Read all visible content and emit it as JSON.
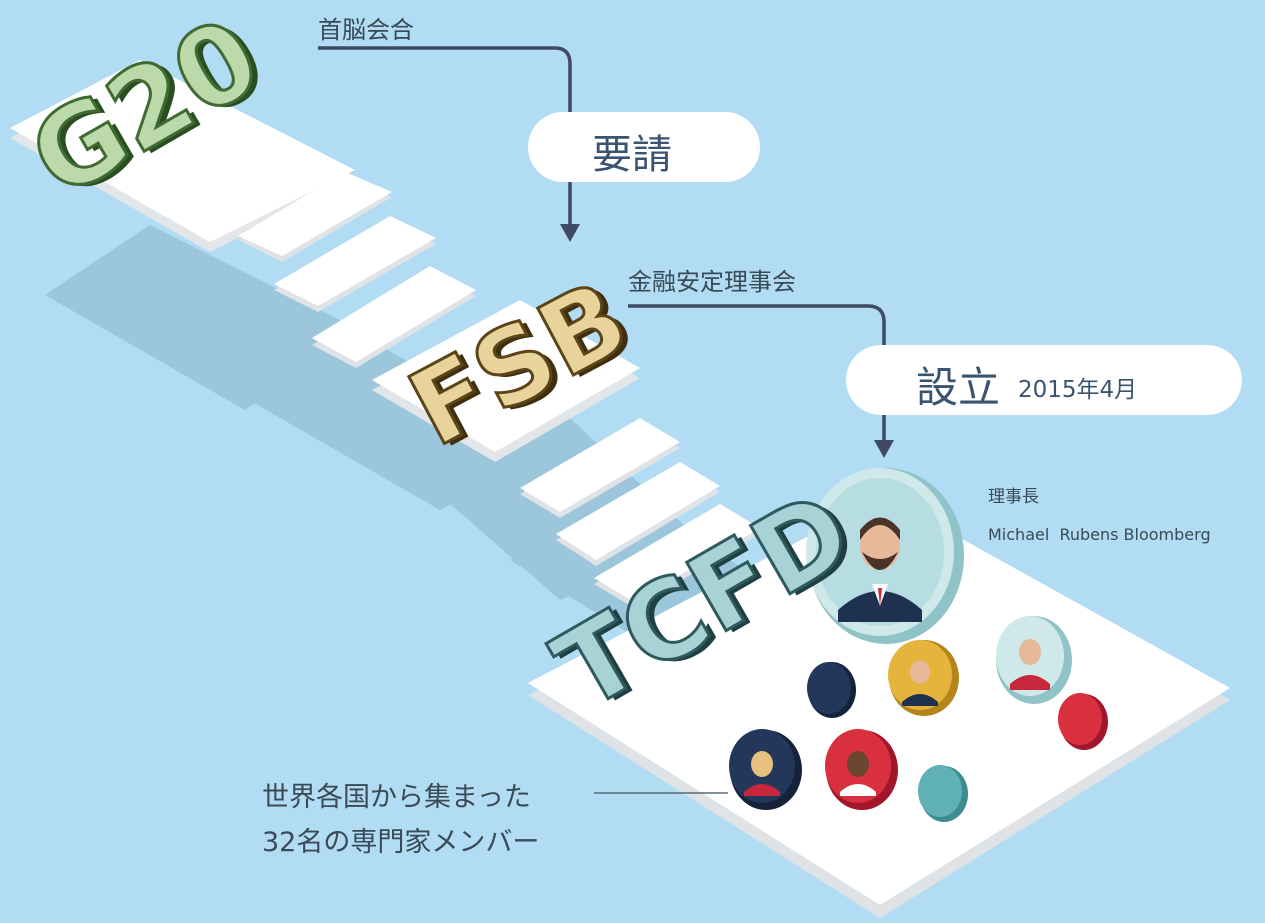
{
  "flow": {
    "g20": {
      "sublabel": "首脳会合",
      "logo_text": "G20"
    },
    "request": {
      "label": "要請"
    },
    "fsb": {
      "sublabel": "金融安定理事会",
      "logo_text": "FSB"
    },
    "establish": {
      "label": "設立",
      "date": "2015年4月"
    },
    "tcfd": {
      "logo_text": "TCFD"
    }
  },
  "chair": {
    "title": "理事長",
    "name": "Michael  Rubens Bloomberg"
  },
  "members": {
    "line1": "世界各国から集まった",
    "line2": "32名の専門家メンバー"
  },
  "colors": {
    "background": "#b1dcf3",
    "g20_green": "#3f6b33",
    "g20_light": "#bcd9a9",
    "fsb_brown": "#5b4417",
    "fsb_light": "#e8d49a",
    "tcfd_teal": "#2e5a5e",
    "tcfd_light": "#a9d2d6",
    "arrow": "#3f4b63"
  }
}
